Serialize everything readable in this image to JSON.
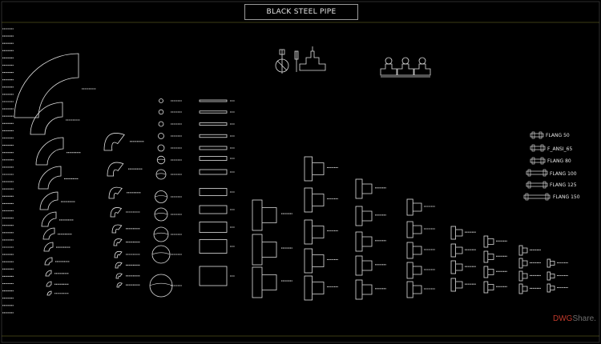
{
  "title": "BLACK STEEL PIPE",
  "watermark": {
    "part_a": "DWG",
    "part_b": "Share."
  },
  "flange_labels": [
    "FLANG 50",
    "F_ANSI_65",
    "FLANG 80",
    "FLANG 100",
    "FLANG 125",
    "FLANG 150"
  ],
  "colors": {
    "background": "#000000",
    "lines": "#e0e0e0",
    "frame": "#9a9a9a",
    "accent": "#c0392b"
  }
}
